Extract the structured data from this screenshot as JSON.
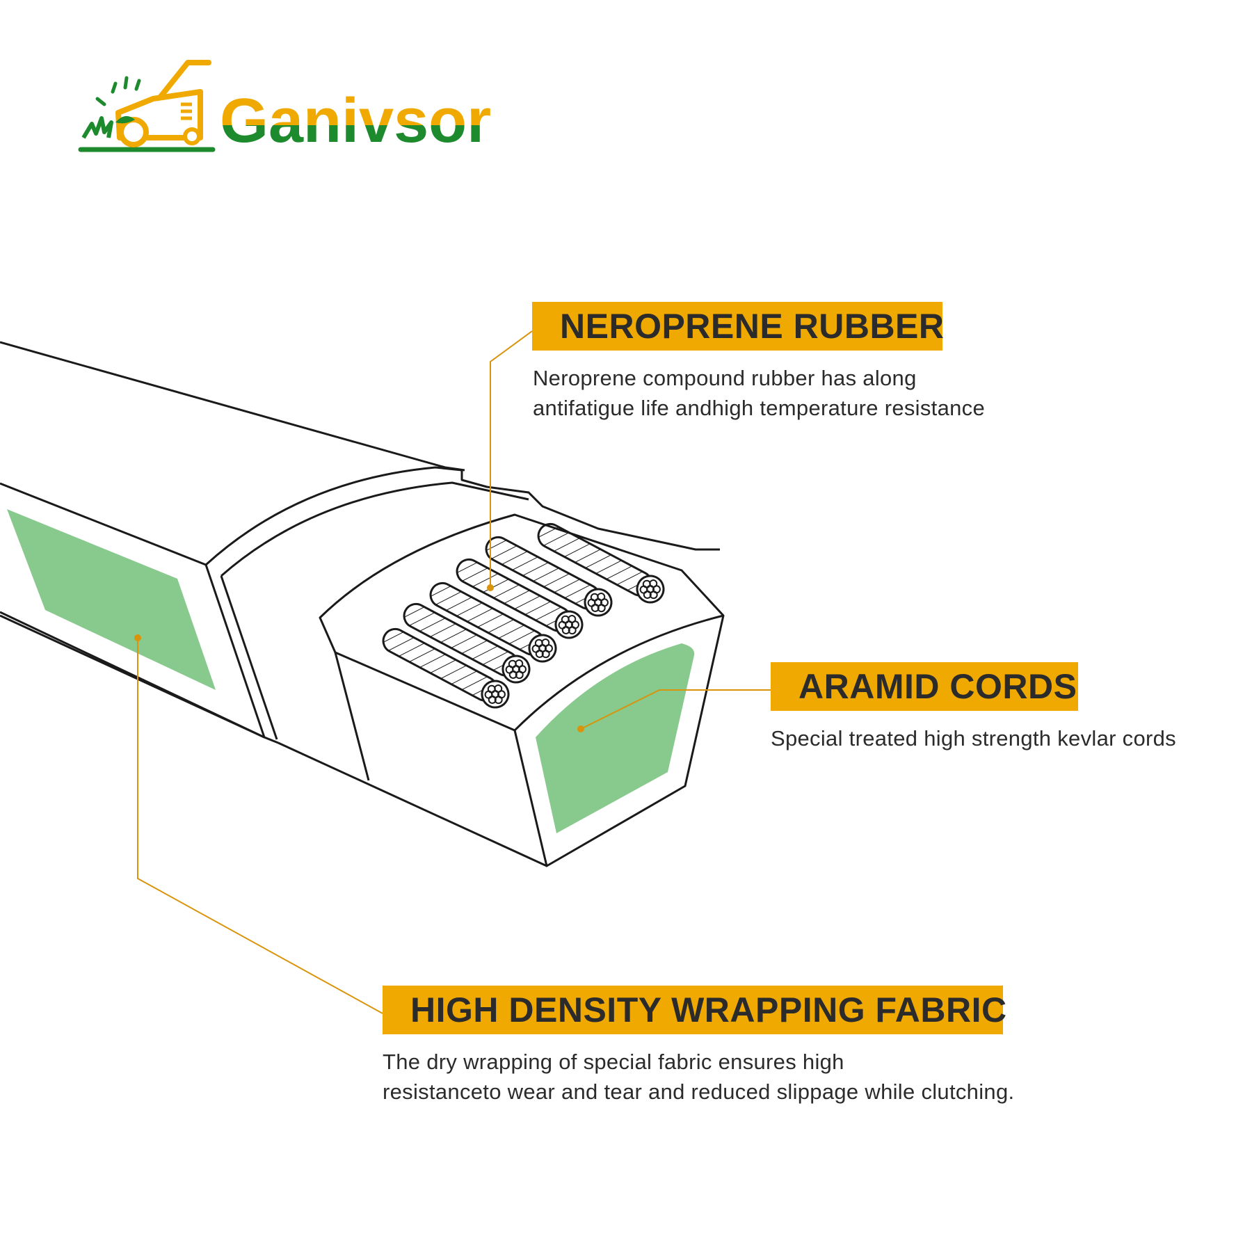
{
  "brand": {
    "name": "Ganivsor",
    "colors": {
      "orange": "#f0a900",
      "green": "#1e8a2e"
    }
  },
  "diagram": {
    "colors": {
      "fabric": "#88c98d",
      "outline": "#1a1a1a",
      "leader": "#d9940b"
    },
    "callouts": [
      {
        "title": "NEROPRENE RUBBER",
        "desc_lines": [
          "Neroprene compound rubber has along",
          "antifatigue life andhigh temperature resistance"
        ]
      },
      {
        "title": "ARAMID CORDS",
        "desc_lines": [
          "Special treated high strength kevlar cords"
        ]
      },
      {
        "title": "HIGH DENSITY WRAPPING FABRIC",
        "desc_lines": [
          "The dry wrapping of special fabric ensures high",
          "resistanceto wear and tear and reduced slippage while clutching."
        ]
      }
    ]
  }
}
